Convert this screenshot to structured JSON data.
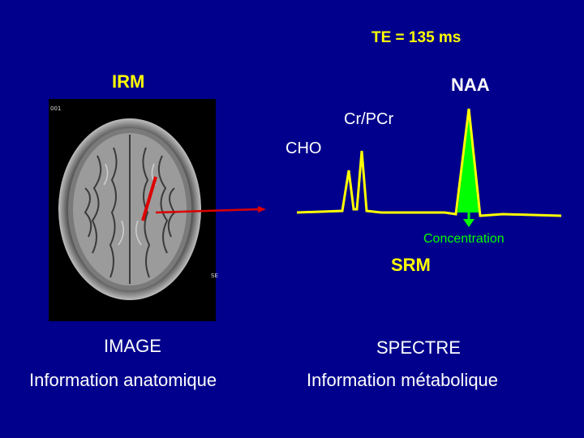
{
  "header": {
    "te": "TE = 135 ms"
  },
  "left": {
    "title": "IRM",
    "caption": "IMAGE",
    "subcaption": "Information anatomique",
    "mri_tags": [
      "001",
      "SE"
    ]
  },
  "right": {
    "peaks": {
      "naa": "NAA",
      "cr": "Cr/PCr",
      "cho": "CHO"
    },
    "concentration": "Concentration",
    "title": "SRM",
    "caption": "SPECTRE",
    "subcaption": "Information métabolique"
  },
  "colors": {
    "background": "#00008c",
    "label": "#ffff00",
    "caption": "#ffffff",
    "arrow": "#dd0000",
    "highlight": "#00ff00"
  }
}
